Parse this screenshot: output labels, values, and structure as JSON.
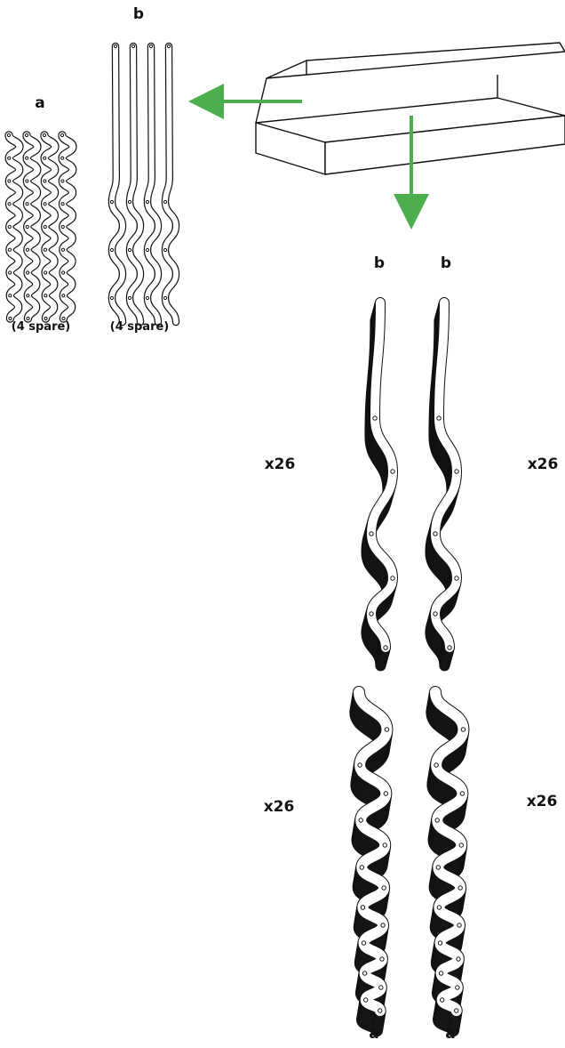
{
  "labels": {
    "top_part_b": "b",
    "top_part_a": "a",
    "spare_a": "(4 spare)",
    "spare_b": "(4 spare)",
    "stack_top_left": "b",
    "stack_top_right": "b",
    "stack_bottom_left": "a",
    "stack_bottom_right": "a",
    "count_b_left": "x26",
    "count_b_right": "x26",
    "count_a_left": "x26",
    "count_a_right": "x26"
  },
  "colors": {
    "arrow": "#4cae4c",
    "ink": "#111111",
    "stack_fill": "#1c1c1c",
    "piece_fill": "#ffffff"
  },
  "icons": {
    "box": "open-box-icon",
    "arrow_left": "arrow-left-icon",
    "arrow_down": "arrow-down-icon"
  }
}
